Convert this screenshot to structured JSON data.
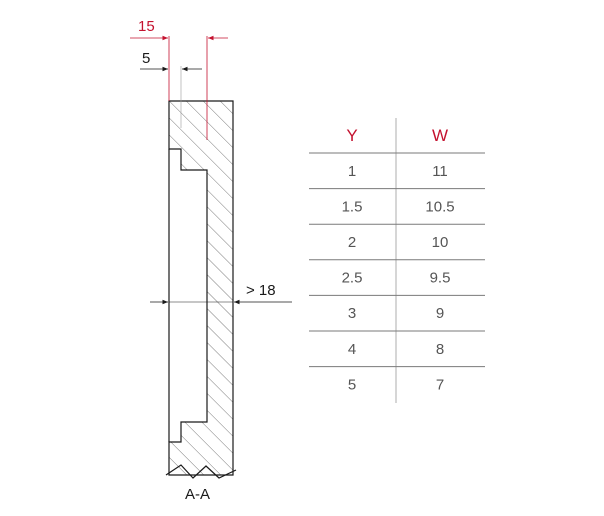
{
  "drawing": {
    "dim_top_outer": "15",
    "dim_top_inner": "5",
    "dim_right": "> 18",
    "section_label": "A-A"
  },
  "table": {
    "headers": [
      "Y",
      "W"
    ],
    "rows": [
      [
        "1",
        "11"
      ],
      [
        "1.5",
        "10.5"
      ],
      [
        "2",
        "10"
      ],
      [
        "2.5",
        "9.5"
      ],
      [
        "3",
        "9"
      ],
      [
        "4",
        "8"
      ],
      [
        "5",
        "7"
      ]
    ]
  },
  "colors": {
    "accent": "#c4122f",
    "line": "#1a1a1a",
    "table_rule": "#7a7a7a",
    "text_gray": "#555555"
  }
}
